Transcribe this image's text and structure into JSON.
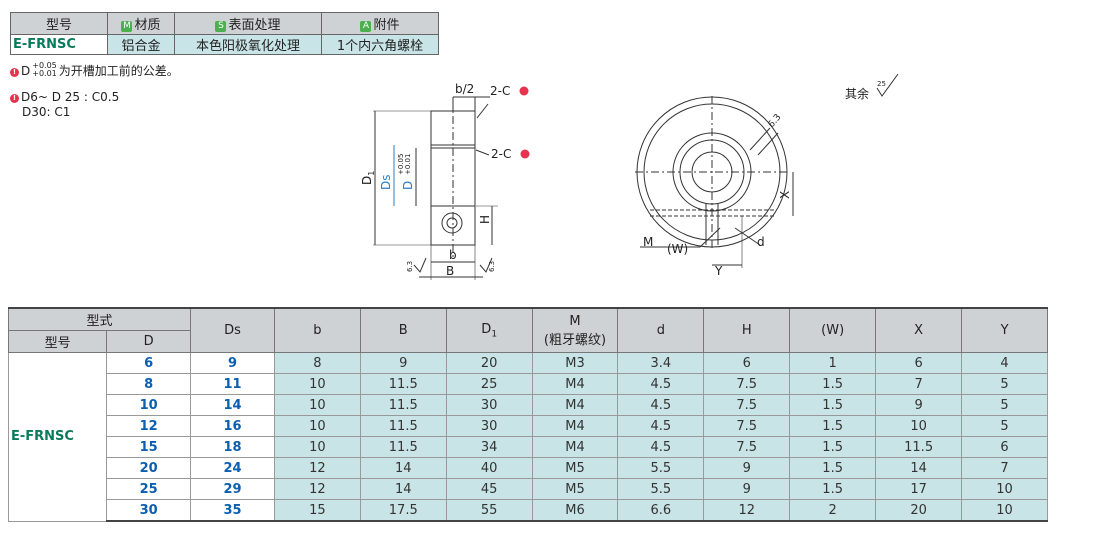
{
  "spec": {
    "headers": {
      "model": "型号",
      "material_tag": "M",
      "material": "材质",
      "surface_tag": "S",
      "surface": "表面处理",
      "accessory_tag": "A",
      "accessory": "附件"
    },
    "row": {
      "model": "E-FRNSC",
      "material": "铝合金",
      "surface": "本色阳极氧化处理",
      "accessory": "1个内六角螺栓"
    }
  },
  "notes": {
    "mark": "!",
    "tol_upper": "+0.05",
    "tol_lower": "+0.01",
    "note1_prefix": "D",
    "note1_text": "为开槽加工前的公差。",
    "note2": "D6~ D 25 : C0.5",
    "note3": "D30: C1"
  },
  "drawing": {
    "b_half": "b/2",
    "chamfer1": "2-C",
    "chamfer2": "2-C",
    "D1": "D",
    "D1_sub": "1",
    "Ds": "Ds",
    "D": "D",
    "D_tol_upper": "+0.05",
    "D_tol_lower": "+0.01",
    "H": "H",
    "b": "b",
    "B": "B",
    "rough_left": "6.3",
    "rough_right": "6.3",
    "rest_label": "其余",
    "rest_roughness": "25",
    "M": "M",
    "W": "(W)",
    "d": "d",
    "X": "X",
    "Y": "Y",
    "roughness_side": "6.3"
  },
  "table": {
    "header_type": "型式",
    "header_model": "型号",
    "header_D": "D",
    "columns": [
      "Ds",
      "b",
      "B",
      "D1",
      "M",
      "d",
      "H",
      "(W)",
      "X",
      "Y"
    ],
    "M_sub": "(粗牙螺纹)",
    "model": "E-FRNSC",
    "rows": [
      [
        "6",
        "9",
        "8",
        "9",
        "20",
        "M3",
        "3.4",
        "6",
        "1",
        "6",
        "4"
      ],
      [
        "8",
        "11",
        "10",
        "11.5",
        "25",
        "M4",
        "4.5",
        "7.5",
        "1.5",
        "7",
        "5"
      ],
      [
        "10",
        "14",
        "10",
        "11.5",
        "30",
        "M4",
        "4.5",
        "7.5",
        "1.5",
        "9",
        "5"
      ],
      [
        "12",
        "16",
        "10",
        "11.5",
        "30",
        "M4",
        "4.5",
        "7.5",
        "1.5",
        "10",
        "5"
      ],
      [
        "15",
        "18",
        "10",
        "11.5",
        "34",
        "M4",
        "4.5",
        "7.5",
        "1.5",
        "11.5",
        "6"
      ],
      [
        "20",
        "24",
        "12",
        "14",
        "40",
        "M5",
        "5.5",
        "9",
        "1.5",
        "14",
        "7"
      ],
      [
        "25",
        "29",
        "12",
        "14",
        "45",
        "M5",
        "5.5",
        "9",
        "1.5",
        "17",
        "10"
      ],
      [
        "30",
        "35",
        "15",
        "17.5",
        "55",
        "M6",
        "6.6",
        "12",
        "2",
        "20",
        "10"
      ]
    ]
  }
}
